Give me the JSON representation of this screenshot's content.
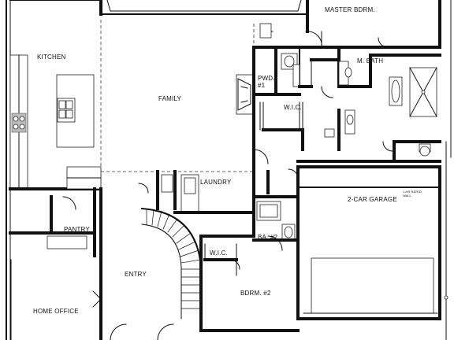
{
  "rooms": {
    "master_bdrm": "MASTER BDRM.",
    "kitchen": "KITCHEN",
    "family": "FAMILY",
    "pwd": "PWD.",
    "pwd_num": "#1",
    "m_bath": "M. BATH",
    "wic_master": "W.I.C.",
    "laundry": "LAUNDRY",
    "garage": "2-CAR GARAGE",
    "pantry": "PANTRY",
    "ba2": "BA. #2",
    "wic2": "W.I.C.",
    "entry": "ENTRY",
    "bdrm2": "BDRM. #2",
    "home_office": "HOME OFFICE"
  },
  "notes": {
    "garage_note_1": "1-HR RATED",
    "garage_note_2": "WALL"
  }
}
